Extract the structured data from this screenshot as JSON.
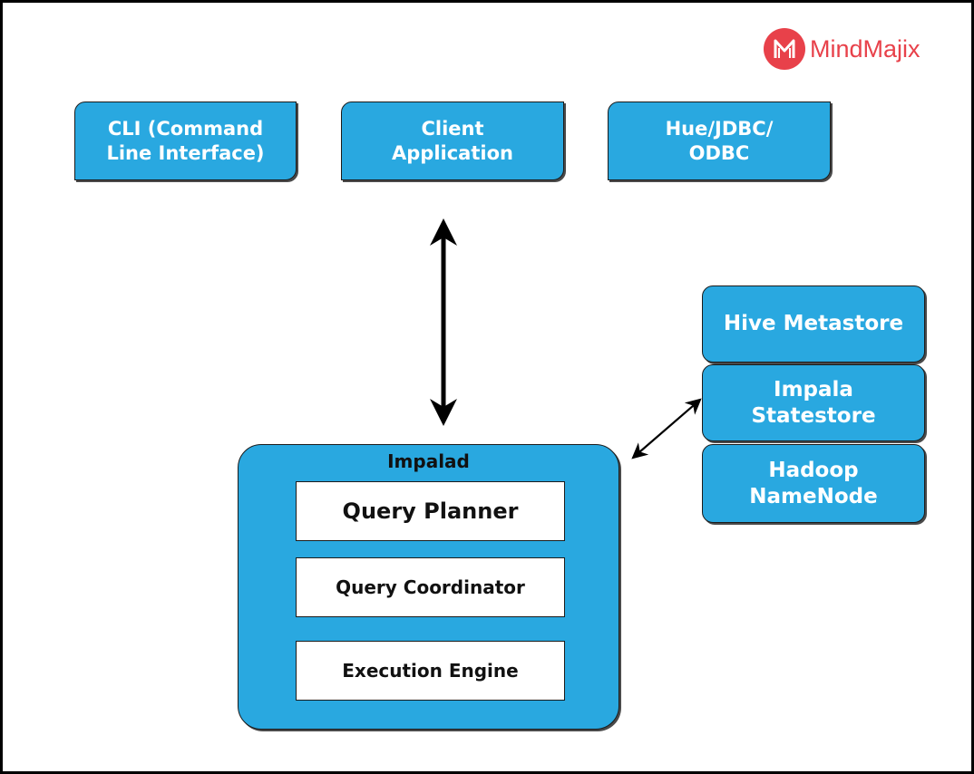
{
  "brand": {
    "name": "MindMajix",
    "color": "#e8414a"
  },
  "colors": {
    "box_fill": "#29a8e0",
    "border": "#1b1b1b"
  },
  "clients": [
    {
      "line1": "CLI (Command",
      "line2": "Line Interface)"
    },
    {
      "line1": "Client",
      "line2": "Application"
    },
    {
      "line1": "Hue/JDBC/",
      "line2": "ODBC"
    }
  ],
  "impalad": {
    "title": "Impalad",
    "components": [
      "Query Planner",
      "Query Coordinator",
      "Execution Engine"
    ]
  },
  "services": [
    {
      "line1": "Hive Metastore",
      "line2": ""
    },
    {
      "line1": "Impala",
      "line2": "Statestore"
    },
    {
      "line1": "Hadoop",
      "line2": "NameNode"
    }
  ],
  "connections": [
    {
      "from": "Client Application",
      "to": "Impalad",
      "direction": "bidirectional"
    },
    {
      "from": "Impalad",
      "to": "Impala Statestore",
      "direction": "bidirectional"
    }
  ]
}
